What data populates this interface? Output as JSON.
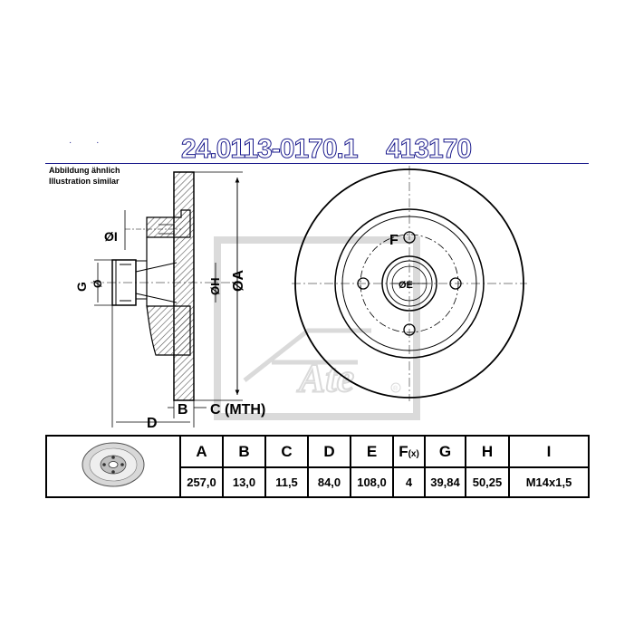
{
  "header": {
    "part_number": "24.0113-0170.1",
    "article_number": "413170",
    "note_de": "Abbildung ähnlich",
    "note_en": "Illustration similar"
  },
  "drawing": {
    "dim_labels": {
      "A": "ØA",
      "H": "ØH",
      "G": "G",
      "G_dia": "Ø",
      "I": "ØI",
      "B": "B",
      "C": "C (MTH)",
      "D": "D",
      "E": "ØE",
      "F": "F"
    },
    "logo_text": "Ate",
    "registered_mark": "®"
  },
  "spec_table": {
    "headers": [
      "A",
      "B",
      "C",
      "D",
      "E",
      "F",
      "G",
      "H",
      "I"
    ],
    "f_suffix": "(x)",
    "values": [
      "257,0",
      "13,0",
      "11,5",
      "84,0",
      "108,0",
      "4",
      "39,84",
      "50,25",
      "M14x1,5"
    ]
  },
  "colors": {
    "title_outline": "#1a1a8c",
    "line": "#000000",
    "hatch": "#555555"
  }
}
